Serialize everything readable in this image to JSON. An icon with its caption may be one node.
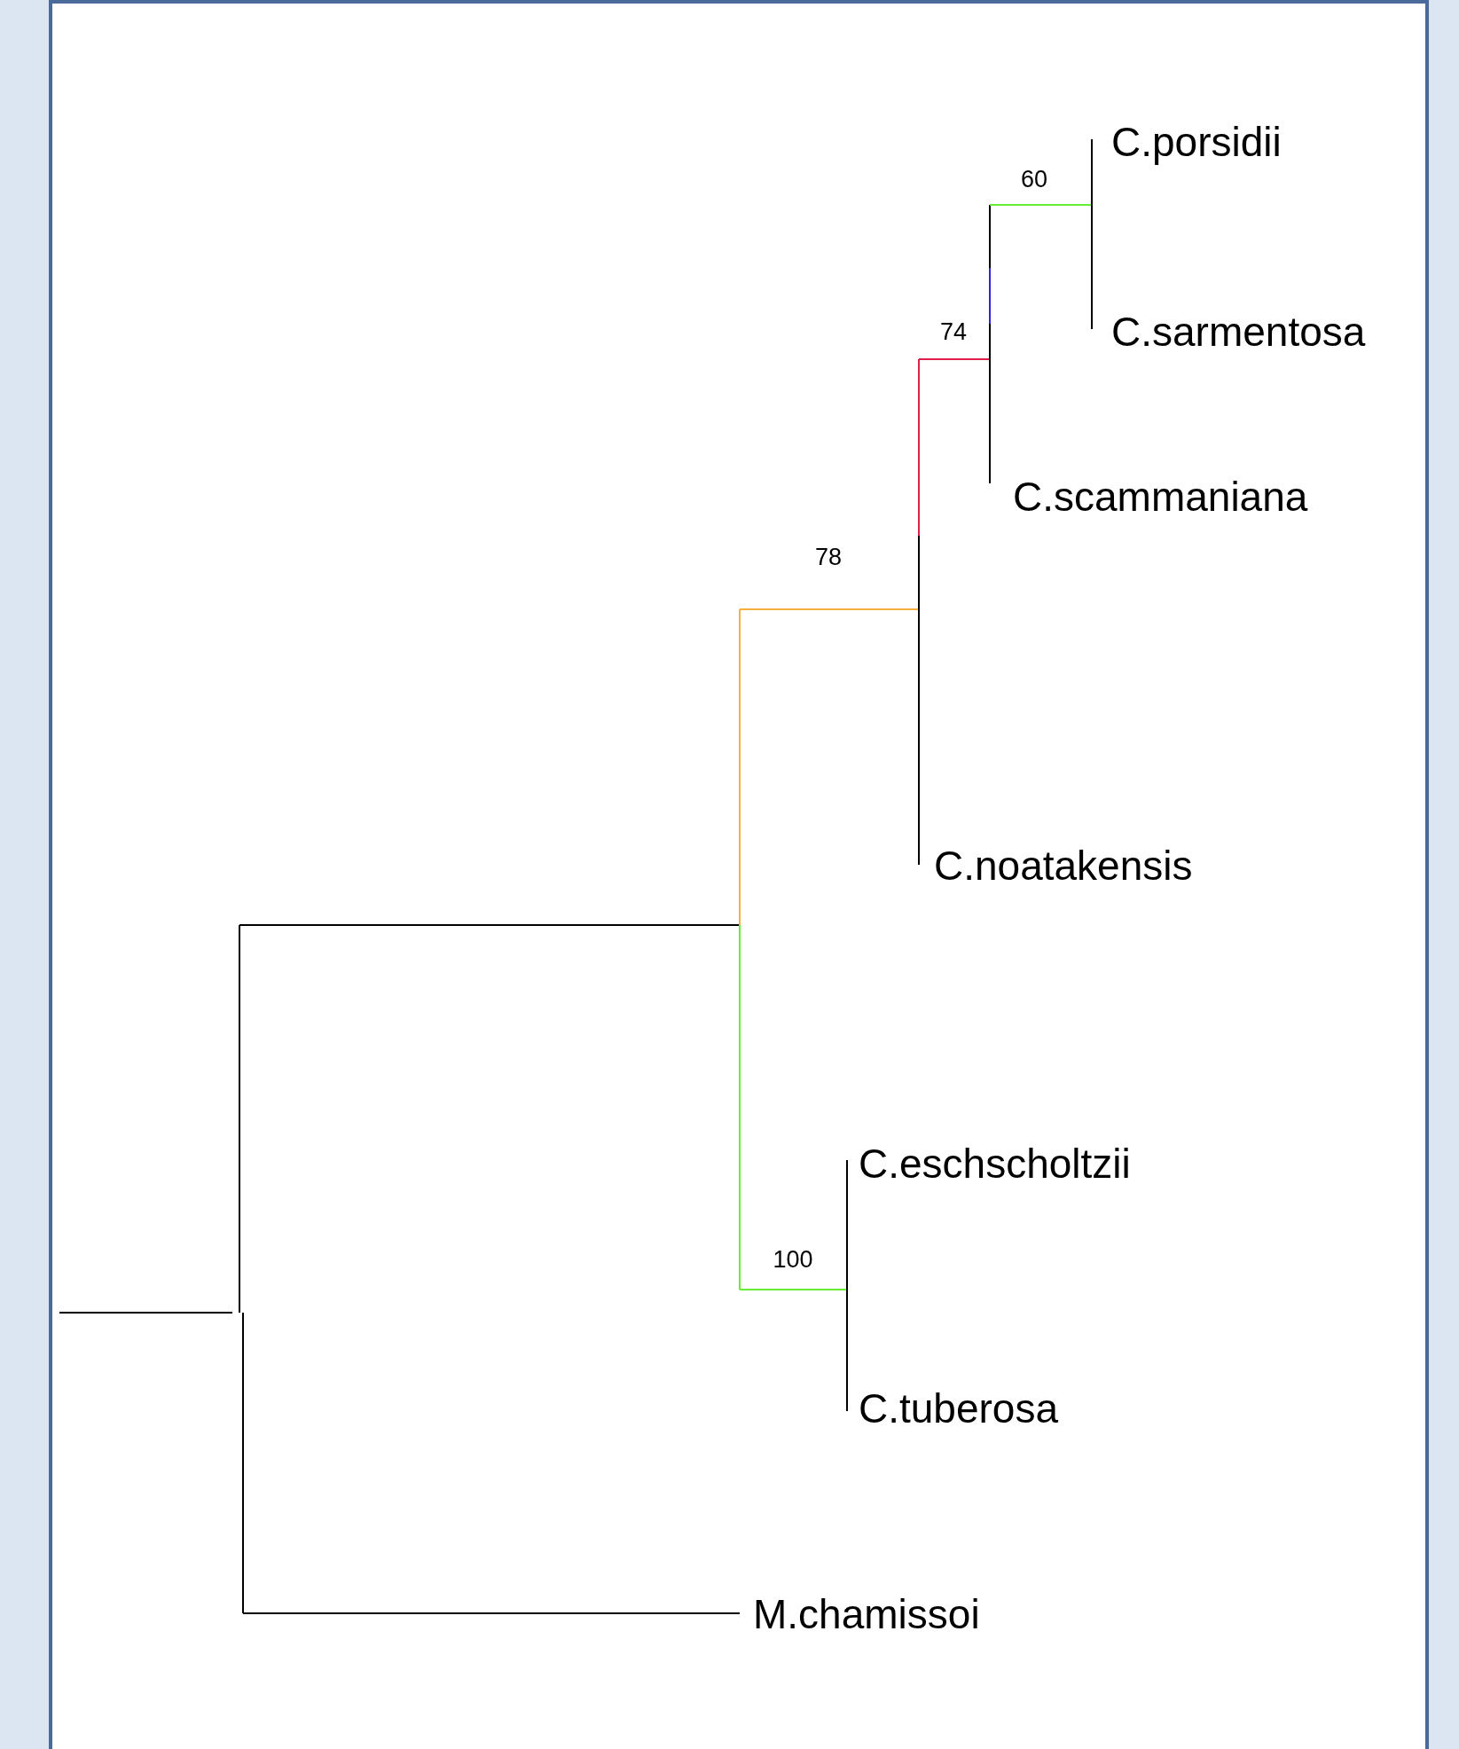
{
  "diagram": {
    "labels": [
      "C.porsidii",
      "60",
      "74",
      "C.sarmentosa",
      "C.scammaniana",
      "78",
      "C.noatakensis",
      "C.eschscholtzii",
      "100",
      "C.tuberosa",
      "M.chamissoi"
    ]
  }
}
